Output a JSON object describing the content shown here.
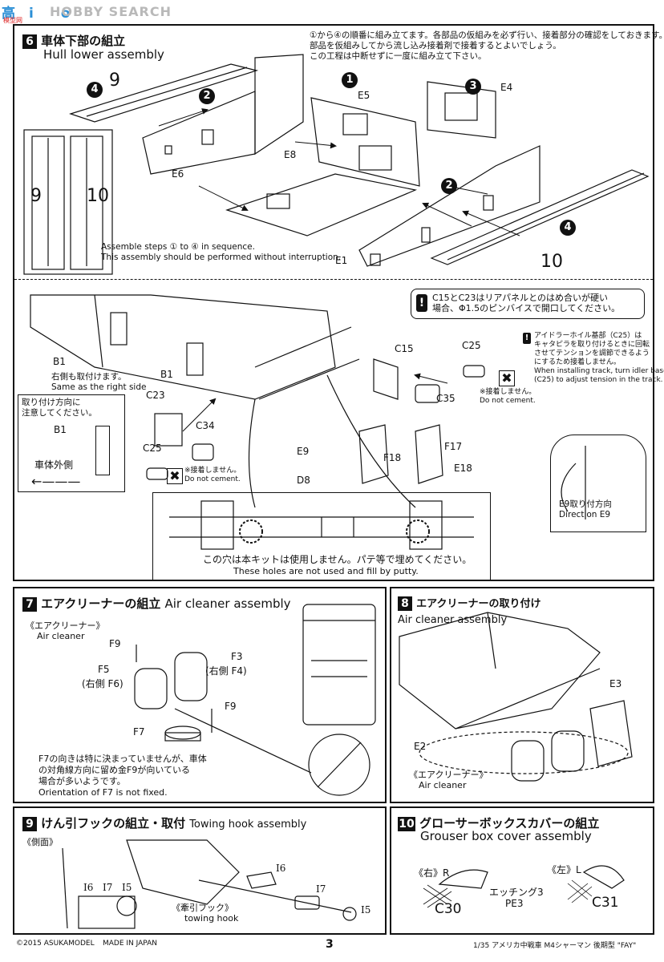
{
  "watermark": "HOBBY SEARCH",
  "logo_text": "高　i　　o",
  "logo_cn": "模型网",
  "page_number": "3",
  "footer": {
    "copyright": "©2015 ASUKAMODEL",
    "made_in": "MADE IN JAPAN",
    "product": "1/35 アメリカ中戦車 M4シャーマン 後期型 \"FAY\""
  },
  "step6": {
    "num": "6",
    "title_jp": "車体下部の組立",
    "title_en": "Hull lower assembly",
    "note_jp_1": "①から④の順番に組み立てます。各部品の仮組みを必ず行い、接着部分の確認をしておきます。",
    "note_jp_2": "部品を仮組みしてから流し込み接着剤で接着するとよいでしょう。",
    "note_jp_3": "この工程は中断せずに一度に組み立て下さい。",
    "note_en_1": "Assemble steps ① to ④ in sequence.",
    "note_en_2": "This assembly should be performed without interruption.",
    "parts": {
      "p9": "9",
      "p10": "10",
      "p9b": "9",
      "p10b": "10",
      "e5": "E5",
      "e4": "E4",
      "e6": "E6",
      "e8": "E8",
      "e1": "E1",
      "c1": "1",
      "c2": "2",
      "c2b": "2",
      "c3": "3",
      "c4": "4",
      "c4b": "4"
    },
    "warn1": "C15とC23はリアパネルとのはめ合いが硬い",
    "warn2": "場合、Φ1.5のピンバイスで開口してください。",
    "idler_jp_1": "アイドラーホイル基部（C25）は",
    "idler_jp_2": "キャタピラを取り付けるときに回転",
    "idler_jp_3": "させてテンションを調節できるよう",
    "idler_jp_4": "にするため接着しません。",
    "idler_en_1": "When installing track, turn idler base",
    "idler_en_2": "(C25) to adjust tension in the track.",
    "b1": "B1",
    "b1b": "B1",
    "b1c": "B1",
    "right_side_jp": "右側も取付けます。",
    "right_side_en": "Same as the right side",
    "direction_box_1": "取り付け方向に",
    "direction_box_2": "注意してください。",
    "outside_jp": "車体外側",
    "c15": "C15",
    "c25": "C25",
    "c25b": "C25",
    "c35": "C35",
    "c23": "C23",
    "c34": "C34",
    "e9": "E9",
    "d8": "D8",
    "f18": "F18",
    "f17": "F17",
    "e18": "E18",
    "no_cement_jp": "※接着しません。",
    "no_cement_en": "Do not cement.",
    "no_cement_jp_b": "※接着しません。",
    "no_cement_en_b": "Do not cement.",
    "e9_dir_jp": "E9取り付方向",
    "e9_dir_en": "Direction E9",
    "holes_jp": "この穴は本キットは使用しません。パテ等で埋めてください。",
    "holes_en": "These holes are not used and fill by putty."
  },
  "step7": {
    "num": "7",
    "title_jp": "エアクリーナーの組立",
    "title_en": "Air cleaner assembly",
    "sub_jp": "《エアクリーナー》",
    "sub_en": "Air cleaner",
    "f9": "F9",
    "f9b": "F9",
    "f3": "F3",
    "f4": "(右側 F4)",
    "f5": "F5",
    "f6": "(右側 F6)",
    "f7": "F7",
    "note_jp_1": "F7の向きは特に決まっていませんが、車体",
    "note_jp_2": "の対角線方向に留め金F9が向いている",
    "note_jp_3": "場合が多いようです。",
    "note_en": "Orientation of F7 is not fixed."
  },
  "step8": {
    "num": "8",
    "title_jp": "エアクリーナーの取り付け",
    "title_en": "Air cleaner assembly",
    "e3": "E3",
    "e2": "E2",
    "sub_jp": "《エアクリーナー》",
    "sub_en": "Air cleaner"
  },
  "step9": {
    "num": "9",
    "title_jp": "けん引フックの組立・取付",
    "title_en": "Towing hook assembly",
    "side_jp": "《側面》",
    "i6": "I6",
    "i7": "I7",
    "i5": "I5",
    "i6b": "I6",
    "i7b": "I7",
    "i5b": "I5",
    "hook_jp": "《牽引フック》",
    "hook_en": "towing hook"
  },
  "step10": {
    "num": "10",
    "title_jp": "グローサーボックスカバーの組立",
    "title_en": "Grouser box cover assembly",
    "right_jp": "《右》R",
    "left_jp": "《左》L",
    "etch_jp": "エッチング3",
    "pe": "PE3",
    "c30": "C30",
    "c31": "C31"
  }
}
